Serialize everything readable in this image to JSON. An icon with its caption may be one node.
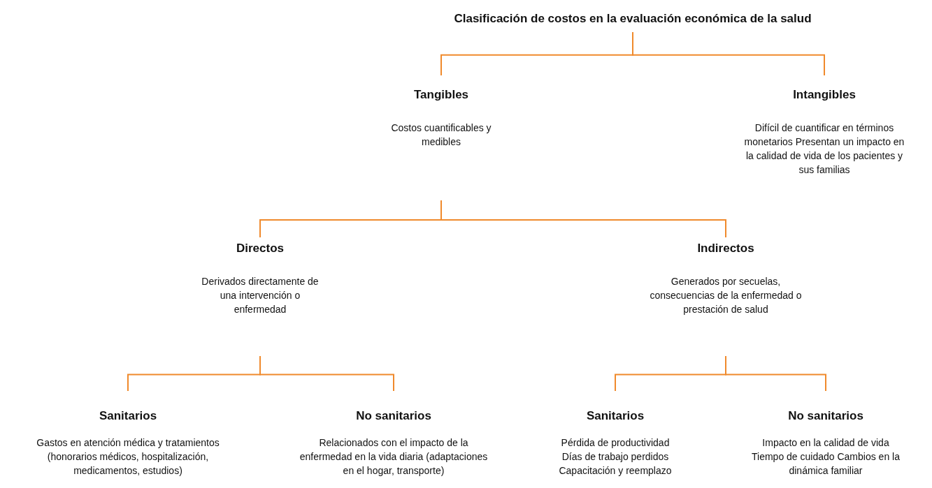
{
  "diagram": {
    "nodes": [
      {
        "text": [
          "Clasificación de costos en la evaluación económica de la salud"
        ]
      },
      {
        "text": [
          "Tangibles",
          "Costos cuantificables y medibles"
        ]
      },
      {
        "text": [
          "Intangibles",
          "Difícil de cuantificar en términos monetarios Presentan un impacto en la calidad de vida de los pacientes y sus familias"
        ]
      },
      {
        "text": [
          "Directos",
          "Derivados directamente de una intervención o enfermedad"
        ]
      },
      {
        "text": [
          "Indirectos",
          "Generados por secuelas, consecuencias de la enfermedad o prestación de salud"
        ]
      },
      {
        "text": [
          "Sanitarios",
          "Gastos en atención médica y tratamientos (honorarios médicos, hospitalización, medicamentos, estudios)"
        ]
      },
      {
        "text": [
          "No sanitarios",
          "Relacionados con el impacto de la enfermedad en la vida diaria (adaptaciones en el hogar, transporte)"
        ]
      },
      {
        "text": [
          "Sanitarios",
          "Pérdida de productividad Días de trabajo perdidos Capacitación y reemplazo"
        ]
      },
      {
        "text": [
          "No sanitarios",
          "Impacto en la calidad de vida Tiempo de cuidado Cambios en la dinámica familiar"
        ]
      }
    ],
    "edges": [
      {
        "from": 0,
        "to": 1,
        "arrow": "none"
      },
      {
        "from": 0,
        "to": 2,
        "arrow": "none"
      },
      {
        "from": 1,
        "to": 3,
        "arrow": "none"
      },
      {
        "from": 1,
        "to": 4,
        "arrow": "none"
      },
      {
        "from": 3,
        "to": 5,
        "arrow": "none"
      },
      {
        "from": 3,
        "to": 6,
        "arrow": "none"
      },
      {
        "from": 4,
        "to": 7,
        "arrow": "none"
      },
      {
        "from": 4,
        "to": 8,
        "arrow": "none"
      }
    ]
  }
}
